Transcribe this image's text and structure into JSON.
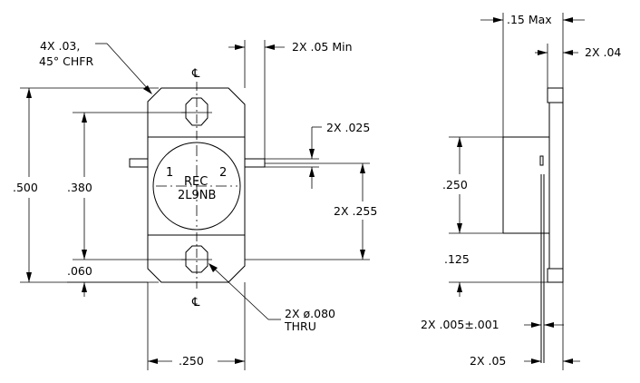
{
  "labels": {
    "chamfer_line1": "4X .03,",
    "chamfer_line2": "45° CHFR",
    "lead_spacing_min": "2X .05 Min",
    "lead_thickness": "2X .025",
    "lead_pitch": "2X .255",
    "overall_height": ".500",
    "hole_spacing": ".380",
    "hole_edge": ".060",
    "hole_diameter_line1": "2X ø.080",
    "hole_diameter_line2": "THRU",
    "flange_width": ".250",
    "max_thickness": ".15 Max",
    "flange_thickness": "2X .04",
    "body_height": ".250",
    "body_offset": ".125",
    "lead_thk_tol": "2X .005±.001",
    "lead_length": "2X .05"
  },
  "body_marking": {
    "pin_1": "1",
    "pin_2": "2",
    "line1": "REC",
    "line2": "2L9NB"
  },
  "centerline_symbol": "℄"
}
